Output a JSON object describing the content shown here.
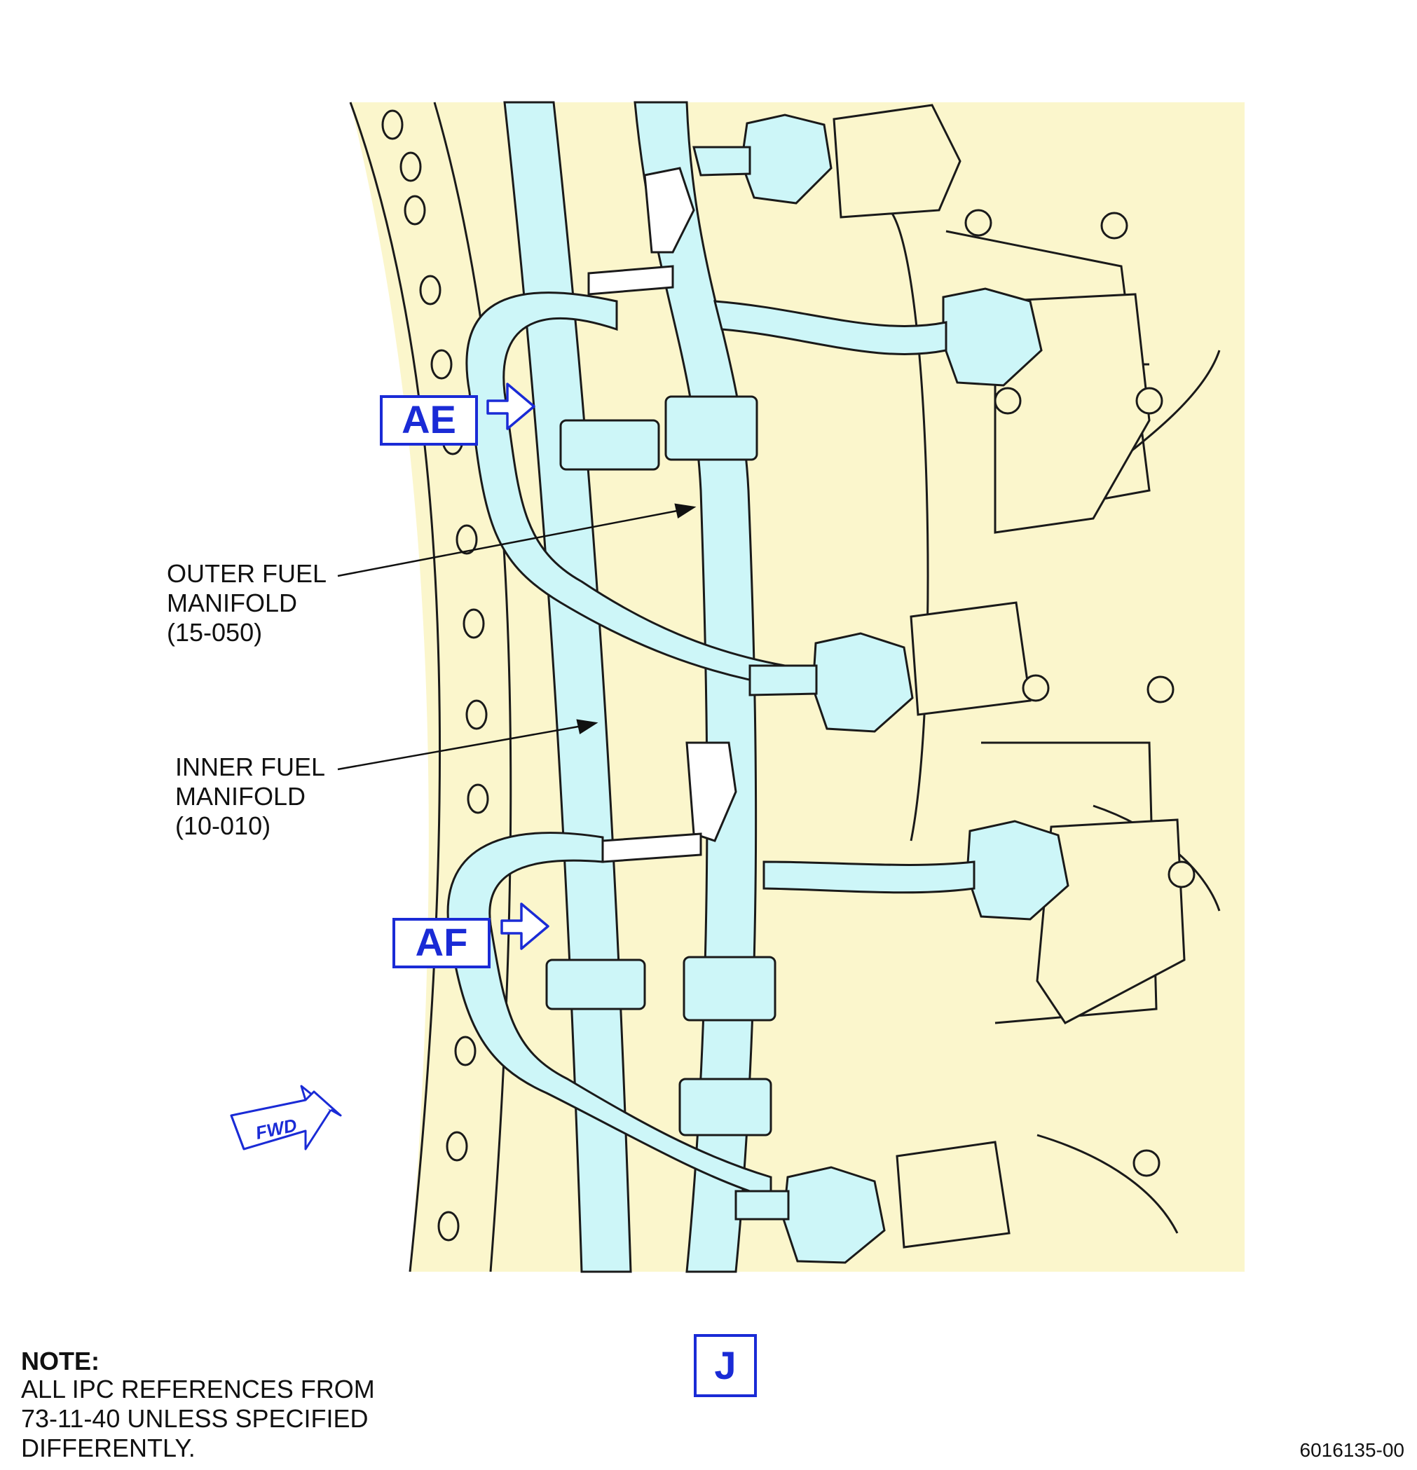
{
  "labels": {
    "outer_manifold": "OUTER FUEL\nMANIFOLD\n(15-050)",
    "inner_manifold": "INNER FUEL\nMANIFOLD\n(10-010)"
  },
  "callouts": {
    "ae": "AE",
    "af": "AF",
    "view": "J"
  },
  "fwd_arrow": "FWD",
  "note": {
    "heading": "NOTE:",
    "text": "ALL IPC REFERENCES FROM\n73-11-40 UNLESS SPECIFIED\nDIFFERENTLY."
  },
  "figure_number": "6016135-00",
  "colors": {
    "background_fill": "#fbf6cc",
    "manifold_fill": "#cdf6f8",
    "line": "#1a1a1a",
    "callout_blue": "#1a2bd6"
  }
}
